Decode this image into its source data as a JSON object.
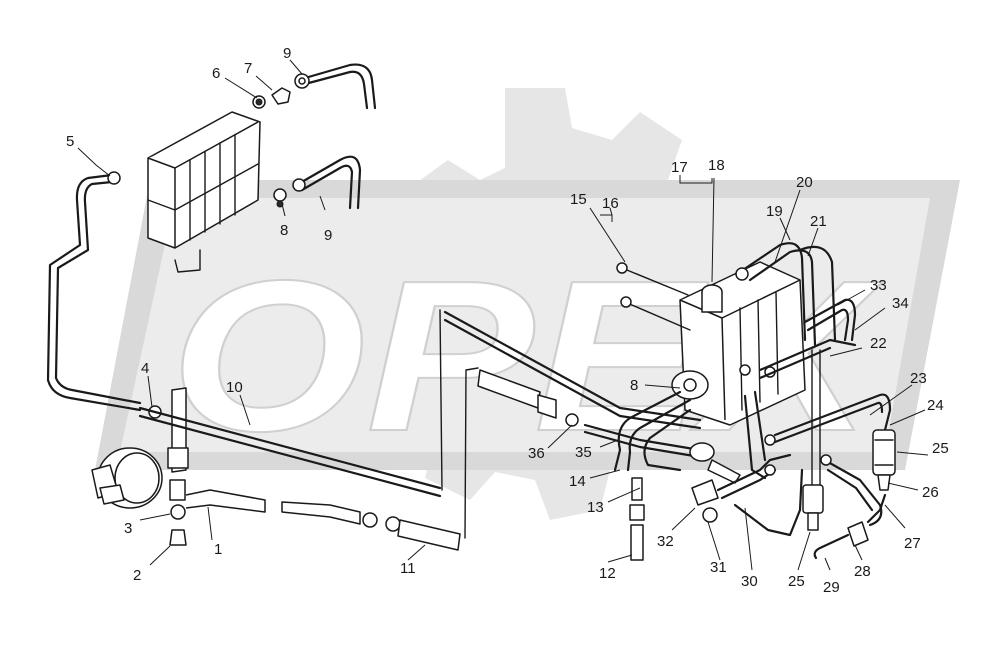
{
  "watermark": {
    "text": "OPEX"
  },
  "callouts": [
    {
      "id": "c1",
      "text": "1"
    },
    {
      "id": "c2",
      "text": "2"
    },
    {
      "id": "c3",
      "text": "3"
    },
    {
      "id": "c4",
      "text": "4"
    },
    {
      "id": "c5",
      "text": "5"
    },
    {
      "id": "c6",
      "text": "6"
    },
    {
      "id": "c7",
      "text": "7"
    },
    {
      "id": "c8a",
      "text": "8"
    },
    {
      "id": "c8b",
      "text": "8"
    },
    {
      "id": "c9a",
      "text": "9"
    },
    {
      "id": "c9b",
      "text": "9"
    },
    {
      "id": "c10",
      "text": "10"
    },
    {
      "id": "c11",
      "text": "11"
    },
    {
      "id": "c12",
      "text": "12"
    },
    {
      "id": "c13",
      "text": "13"
    },
    {
      "id": "c14",
      "text": "14"
    },
    {
      "id": "c15",
      "text": "15"
    },
    {
      "id": "c16",
      "text": "16"
    },
    {
      "id": "c17",
      "text": "17"
    },
    {
      "id": "c18",
      "text": "18"
    },
    {
      "id": "c19",
      "text": "19"
    },
    {
      "id": "c20",
      "text": "20"
    },
    {
      "id": "c21",
      "text": "21"
    },
    {
      "id": "c22",
      "text": "22"
    },
    {
      "id": "c23",
      "text": "23"
    },
    {
      "id": "c24",
      "text": "24"
    },
    {
      "id": "c25a",
      "text": "25"
    },
    {
      "id": "c25b",
      "text": "25"
    },
    {
      "id": "c26",
      "text": "26"
    },
    {
      "id": "c27",
      "text": "27"
    },
    {
      "id": "c28",
      "text": "28"
    },
    {
      "id": "c29",
      "text": "29"
    },
    {
      "id": "c30",
      "text": "30"
    },
    {
      "id": "c31",
      "text": "31"
    },
    {
      "id": "c32",
      "text": "32"
    },
    {
      "id": "c33",
      "text": "33"
    },
    {
      "id": "c34",
      "text": "34"
    },
    {
      "id": "c35",
      "text": "35"
    },
    {
      "id": "c36",
      "text": "36"
    }
  ]
}
